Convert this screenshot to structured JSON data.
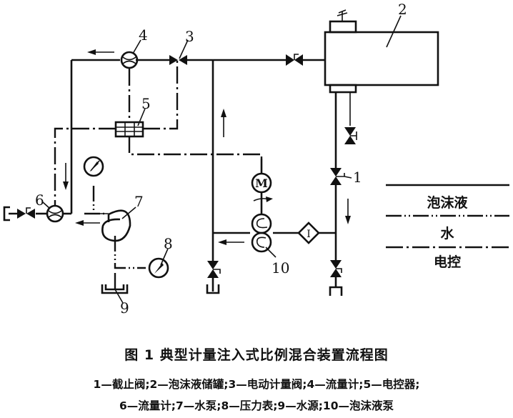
{
  "figure": {
    "title": "图 1   典型计量注入式比例混合装置流程图",
    "caption_lines": [
      "1—截止阀;2—泡沫液储罐;3—电动计量阀;4—流量计;5—电控器;",
      "6—流量计;7—水泵;8—压力表;9—水源;10—泡沫液泵"
    ]
  },
  "components": [
    {
      "number": "1",
      "name": "截止阀",
      "symbol": "globe-valve-icon"
    },
    {
      "number": "2",
      "name": "泡沫液储罐",
      "symbol": "tank-icon"
    },
    {
      "number": "3",
      "name": "电动计量阀",
      "symbol": "metering-valve-icon"
    },
    {
      "number": "4",
      "name": "流量计",
      "symbol": "flow-meter-icon"
    },
    {
      "number": "5",
      "name": "电控器",
      "symbol": "controller-icon"
    },
    {
      "number": "6",
      "name": "流量计",
      "symbol": "flow-meter-icon"
    },
    {
      "number": "7",
      "name": "水泵",
      "symbol": "pump-icon"
    },
    {
      "number": "8",
      "name": "压力表",
      "symbol": "pressure-gauge-icon"
    },
    {
      "number": "9",
      "name": "水源",
      "symbol": "water-source-icon"
    },
    {
      "number": "10",
      "name": "泡沫液泵",
      "symbol": "pump-icon"
    }
  ],
  "motor_label": "M",
  "filter_label": "I",
  "legend": [
    {
      "label": "泡沫液",
      "line_style": "solid"
    },
    {
      "label": "水",
      "line_style": "dash-dot-dot"
    },
    {
      "label": "电控",
      "line_style": "dash-dot"
    }
  ],
  "colors": {
    "ink": "#111111",
    "background": "#ffffff"
  }
}
